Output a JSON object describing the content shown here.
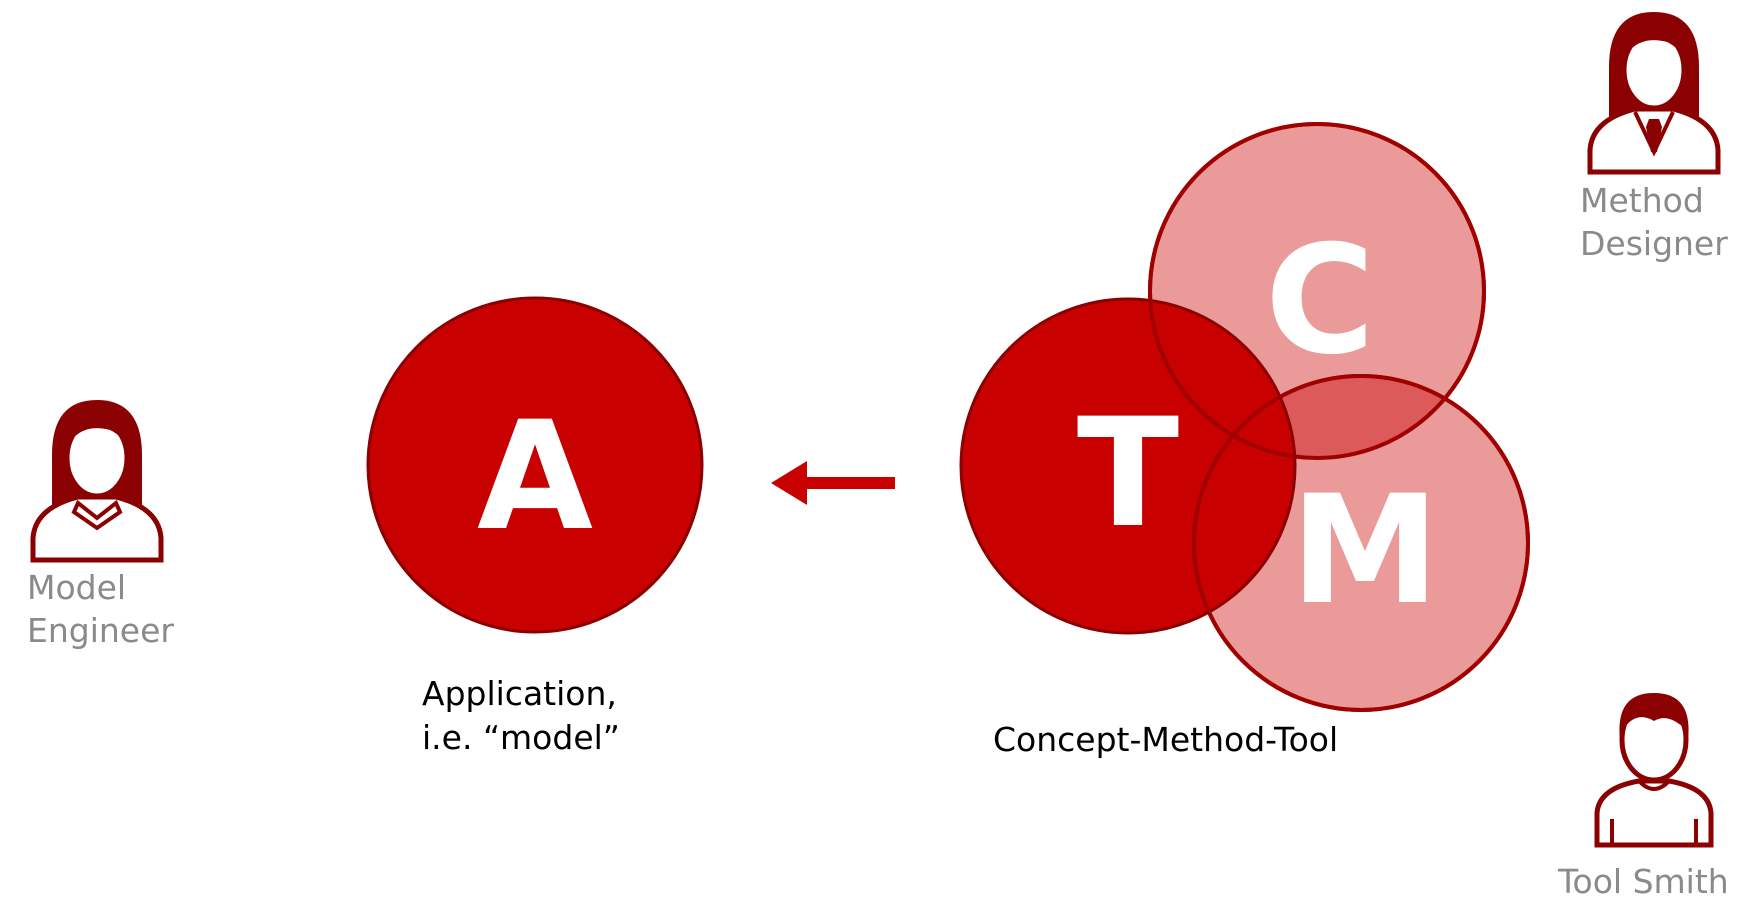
{
  "colors": {
    "primary_red": "#c80000",
    "dark_red": "#8b0000",
    "light_red": "#e99a99",
    "overlap_red": "#dd5a5a",
    "role_gray": "#8a8a8a"
  },
  "circles": {
    "application": {
      "letter": "A"
    },
    "tool": {
      "letter": "T"
    },
    "concept": {
      "letter": "C"
    },
    "method": {
      "letter": "M"
    }
  },
  "captions": {
    "application": {
      "line1": "Application,",
      "line2": "i.e. “model”"
    },
    "cmt": "Concept-Method-Tool"
  },
  "roles": {
    "model_engineer": {
      "line1": "Model",
      "line2": "Engineer",
      "icon": "woman-user-icon"
    },
    "method_designer": {
      "line1": "Method",
      "line2": "Designer",
      "icon": "businesswoman-user-icon"
    },
    "tool_smith": {
      "line1": "Tool Smith",
      "icon": "man-user-icon"
    }
  },
  "arrow": {
    "direction": "left",
    "icon": "arrow-left-icon"
  }
}
